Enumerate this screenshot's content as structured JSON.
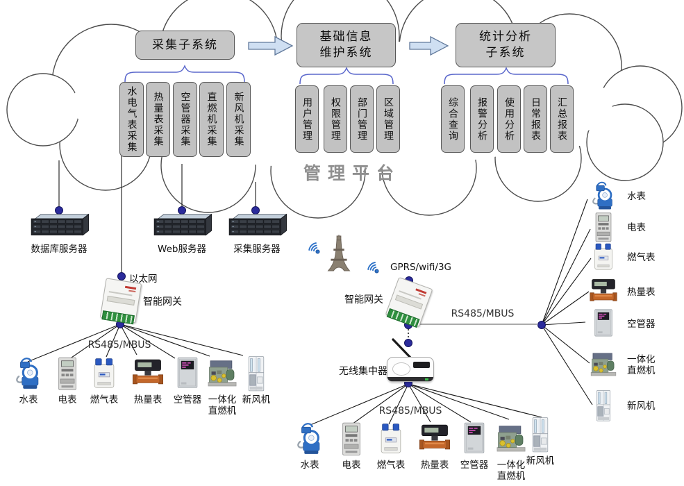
{
  "platform": {
    "label": "管理平台"
  },
  "subsystems": [
    {
      "title_lines": [
        "采集子系统",
        ""
      ],
      "modules": [
        "水电气表采集",
        "热量表采集",
        "空管器采集",
        "直燃机采集",
        "新风机采集"
      ]
    },
    {
      "title_lines": [
        "基础信息",
        "维护系统"
      ],
      "modules": [
        "用户管理",
        "权限管理",
        "部门管理",
        "区域管理"
      ]
    },
    {
      "title_lines": [
        "统计分析",
        "子系统"
      ],
      "modules": [
        "综合查询",
        "报警分析",
        "使用分析",
        "日常报表",
        "汇总报表"
      ]
    }
  ],
  "servers": {
    "labels": [
      "数据库服务器",
      "Web服务器",
      "采集服务器"
    ]
  },
  "left": {
    "ethernet": "以太网",
    "gateway": "智能网关",
    "bus": "RS485/MBUS",
    "devices": [
      "水表",
      "电表",
      "燃气表",
      "热量表",
      "空管器",
      "一体化直燃机",
      "新风机"
    ]
  },
  "middle": {
    "wireless": "GPRS/wifi/3G",
    "gateway": "智能网关",
    "concentrator": "无线集中器",
    "bus_right": "RS485/MBUS",
    "bus_bottom": "RS485/MBUS",
    "devices": [
      "水表",
      "电表",
      "燃气表",
      "热量表",
      "空管器",
      "一体化直燃机",
      "新风机"
    ]
  },
  "right": {
    "devices": [
      "水表",
      "电表",
      "燃气表",
      "热量表",
      "空管器",
      "一体化直燃机",
      "新风机"
    ]
  },
  "icons": {
    "wifi": "wifi-signal",
    "tower": "telecom-tower",
    "server": "rack-server",
    "gateway": "din-rail-gateway",
    "concentrator": "wireless-router",
    "node": "blue-connection-dot",
    "arrow": "right-block-arrow"
  },
  "colors": {
    "box_fill": "#c6c6c6",
    "box_border": "#565656",
    "module_fill": "#c2c2c2",
    "arrow_fill": "#cfdff2",
    "arrow_border": "#61799b",
    "brace": "#5b68cc",
    "node_dot": "#2b2b9b",
    "platform_text": "#8f8f8f",
    "wifi_blue": "#2e72c8",
    "line": "#1a1a1a"
  }
}
